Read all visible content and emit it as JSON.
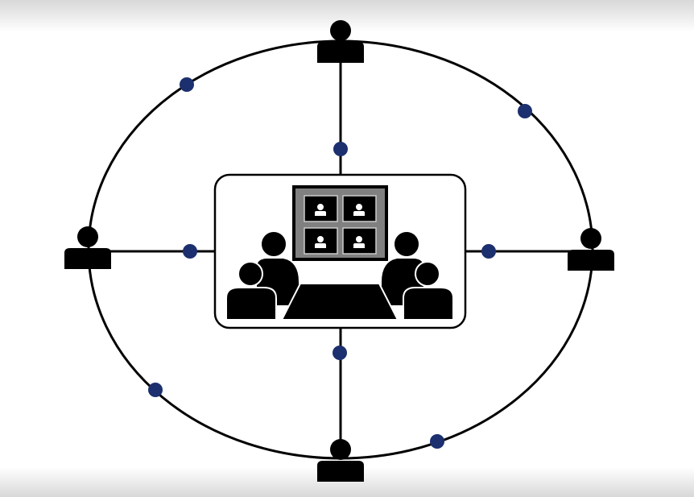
{
  "colors": {
    "node": "#1c2f6e",
    "line": "#000000",
    "screen_frame": "#7a7a7a"
  },
  "diagram": {
    "center": "conference-room",
    "participants": [
      "top",
      "left",
      "right",
      "bottom"
    ],
    "ring_nodes": 8
  }
}
